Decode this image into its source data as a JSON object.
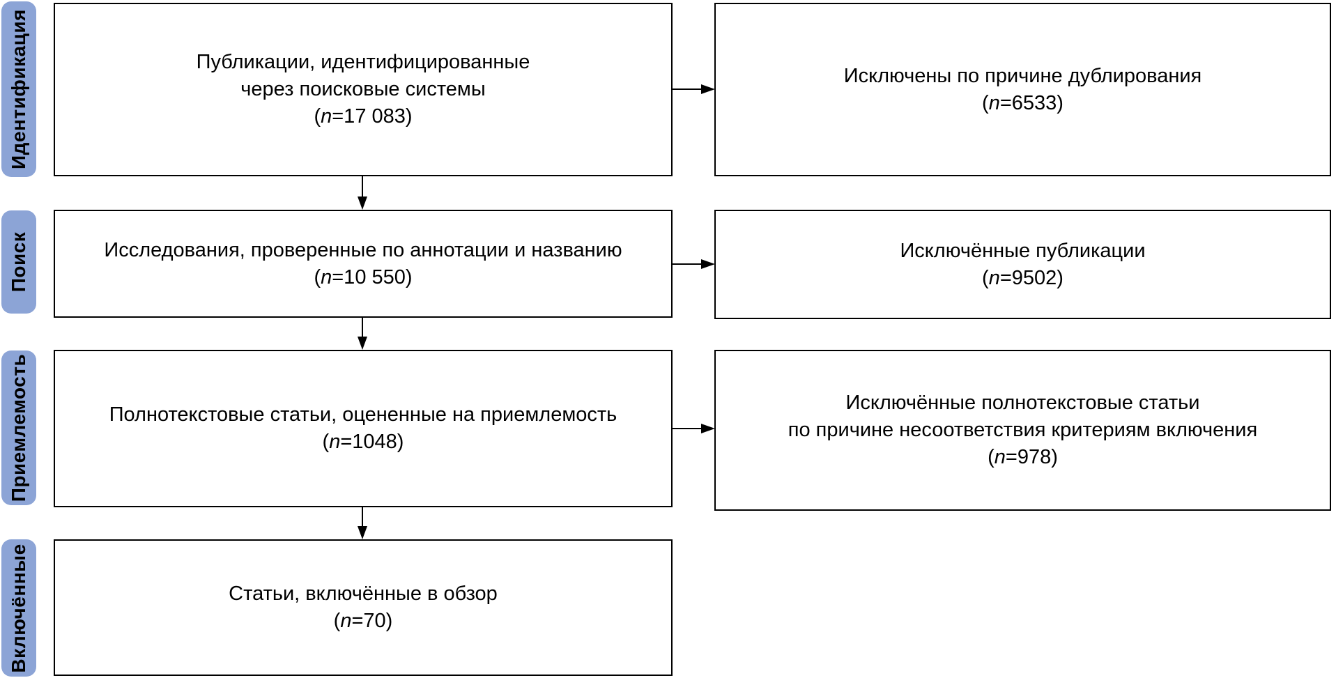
{
  "colors": {
    "stage_background": "#8CA4D6",
    "box_border": "#000000",
    "text": "#000000",
    "background": "#ffffff"
  },
  "stages": [
    {
      "label": "Идентификация"
    },
    {
      "label": "Поиск"
    },
    {
      "label": "Приемлемость"
    },
    {
      "label": "Включённые"
    }
  ],
  "flow_boxes": [
    {
      "lines": [
        "Публикации, идентифицированные",
        "через поисковые системы"
      ],
      "n": {
        "open": "(",
        "sym": "n",
        "rest": "=17 083)"
      }
    },
    {
      "lines": [
        "Исследования, проверенные по аннотации и названию"
      ],
      "n": {
        "open": "(",
        "sym": "n",
        "rest": "=10 550)"
      }
    },
    {
      "lines": [
        "Полнотекстовые статьи, оцененные на приемлемость"
      ],
      "n": {
        "open": "(",
        "sym": "n",
        "rest": "=1048)"
      }
    },
    {
      "lines": [
        "Статьи, включённые в обзор"
      ],
      "n": {
        "open": "(",
        "sym": "n",
        "rest": "=70)"
      }
    }
  ],
  "excluded_boxes": [
    {
      "lines": [
        "Исключены по причине дублирования"
      ],
      "n": {
        "open": "(",
        "sym": "n",
        "rest": "=6533)"
      }
    },
    {
      "lines": [
        "Исключённые публикации"
      ],
      "n": {
        "open": "(",
        "sym": "n",
        "rest": "=9502)"
      }
    },
    {
      "lines": [
        "Исключённые полнотекстовые статьи",
        "по причине несоответствия критериям включения"
      ],
      "n": {
        "open": "(",
        "sym": "n",
        "rest": "=978)"
      }
    }
  ]
}
